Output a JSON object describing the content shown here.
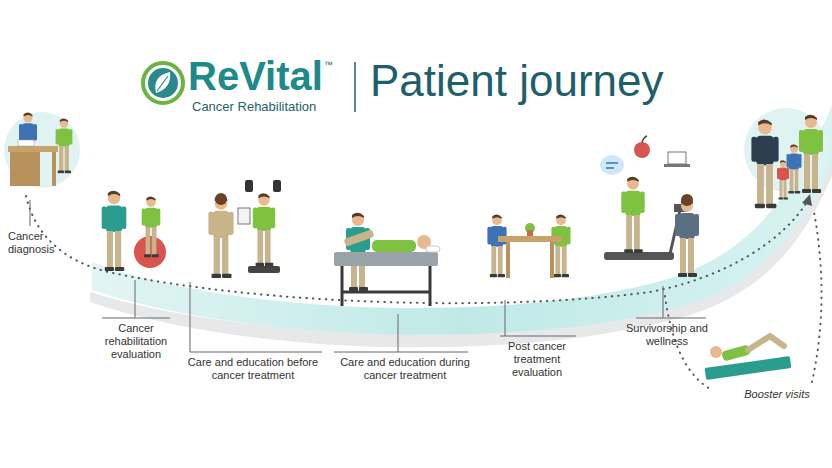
{
  "diagram": {
    "title": "Patient journey",
    "labels": [
      "ReVital",
      "™",
      "Cancer Rehabilitation",
      "Cancer diagnosis",
      "Cancer rehabilitation evaluation",
      "Care and education before cancer treatment",
      "Care and education during cancer treatment",
      "Post cancer treatment evaluation",
      "Survivorship and wellness",
      "Booster visits"
    ]
  }
}
